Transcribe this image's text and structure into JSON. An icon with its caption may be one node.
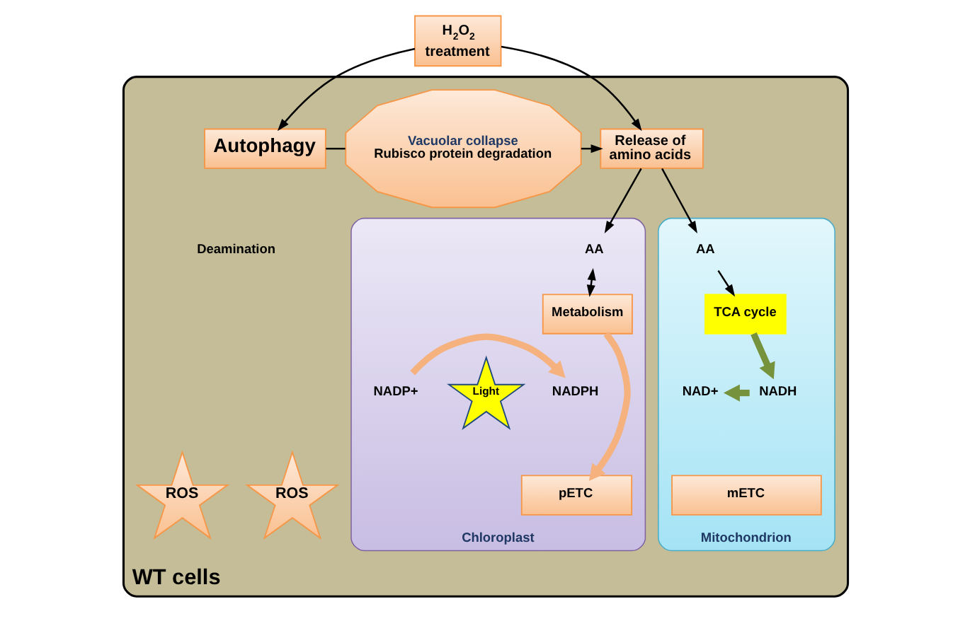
{
  "diagram": {
    "nodes": [
      {
        "text": [
          "WT cells"
        ]
      },
      {
        "text": [
          "H$_{2}$O$_{2}$ treatment"
        ]
      },
      {
        "text": [
          "Vacuolar collapse",
          "Rubisco protein degradation"
        ],
        "in": 0
      },
      {
        "text": [
          "Release of amino acids"
        ],
        "in": 0
      },
      {
        "text": [
          "Autophagy"
        ],
        "in": 0
      },
      {
        "text": [
          "Chloroplast"
        ],
        "in": 0
      },
      {
        "text": [
          "AA"
        ],
        "in": 5
      },
      {
        "text": [
          "Metabolism"
        ],
        "in": 5
      },
      {
        "text": [
          "NADPH"
        ],
        "in": 5
      },
      {
        "text": [
          "Light"
        ],
        "in": 5
      },
      {
        "text": [
          "NADP+"
        ],
        "in": 5
      },
      {
        "text": [
          "ROS"
        ],
        "in": 0
      },
      {
        "text": [
          "pETC"
        ],
        "in": 5
      },
      {
        "text": [
          "Mitochondrion"
        ],
        "in": 0
      },
      {
        "text": [
          "AA"
        ],
        "in": 13
      },
      {
        "text": [
          "TCA cycle"
        ],
        "in": 13
      },
      {
        "text": [
          "NAD+"
        ],
        "in": 13
      },
      {
        "text": [
          "NADH"
        ],
        "in": 13
      },
      {
        "text": [
          "ROS"
        ],
        "in": 0
      },
      {
        "text": [
          "mETC"
        ],
        "in": 13
      }
    ],
    "edges": [
      {
        "from": 1,
        "to": 3,
        "arrow": "to"
      },
      {
        "from": 1,
        "to": 4,
        "arrow": "to"
      },
      {
        "from": 4,
        "to": 2,
        "arrow": "none"
      },
      {
        "from": 2,
        "to": 3,
        "arrow": "to"
      },
      {
        "from": 3,
        "to": 6,
        "arrow": "to"
      },
      {
        "from": 3,
        "to": 14,
        "arrow": "to"
      },
      {
        "from": 6,
        "to": 7,
        "arrow": "both"
      },
      {
        "from": 7,
        "to": 12,
        "arrow": "to",
        "style": "thick",
        "color": "#f5b27e"
      },
      {
        "from": 10,
        "to": 8,
        "arrow": "to",
        "style": "thick",
        "color": "#f5b27e"
      },
      {
        "from": 14,
        "to": 15,
        "arrow": "to"
      },
      {
        "from": 15,
        "to": 17,
        "arrow": "to",
        "style": "thick",
        "color": "#76923c"
      },
      {
        "from": 17,
        "to": 16,
        "arrow": "to",
        "style": "thick",
        "color": "#76923c"
      }
    ],
    "labels": [
      "Deamination"
    ]
  }
}
